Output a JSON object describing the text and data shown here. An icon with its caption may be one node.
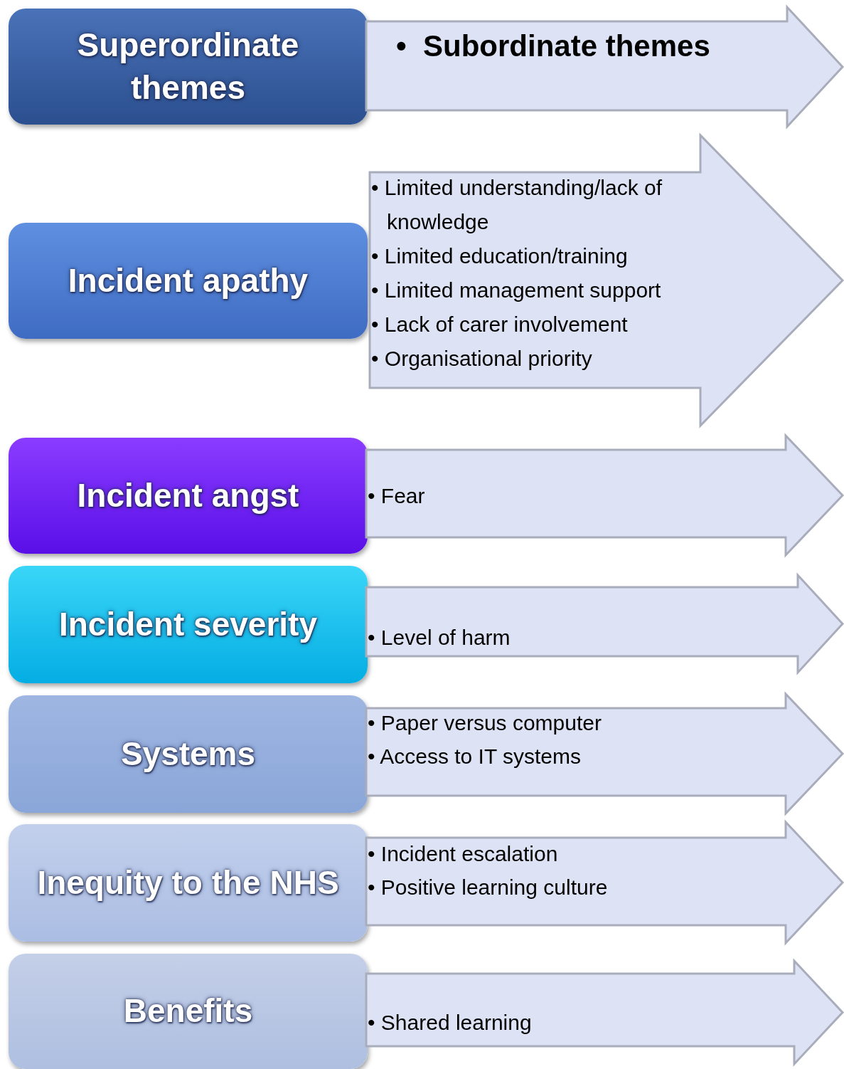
{
  "diagram": {
    "nodes": [
      {
        "text": [
          "Superordinate themes"
        ]
      },
      {
        "text": [
          "•  Subordinate themes"
        ]
      },
      {
        "text": [
          "Incident apathy"
        ]
      },
      {
        "text": [
          "• Limited understanding/lack of knowledge",
          "• Limited education/training",
          "• Limited management support",
          "• Lack of carer involvement",
          "• Organisational priority"
        ]
      },
      {
        "text": [
          "Incident angst"
        ]
      },
      {
        "text": [
          "• Fear"
        ]
      },
      {
        "text": [
          "Incident severity"
        ]
      },
      {
        "text": [
          "• Level of harm"
        ]
      },
      {
        "text": [
          "Systems"
        ]
      },
      {
        "text": [
          "• Paper versus computer",
          "• Access to IT systems"
        ]
      },
      {
        "text": [
          "Inequity to the NHS"
        ]
      },
      {
        "text": [
          "• Incident escalation",
          "• Positive learning culture"
        ]
      },
      {
        "text": [
          "Benefits"
        ]
      },
      {
        "text": [
          "• Shared learning"
        ]
      }
    ]
  }
}
